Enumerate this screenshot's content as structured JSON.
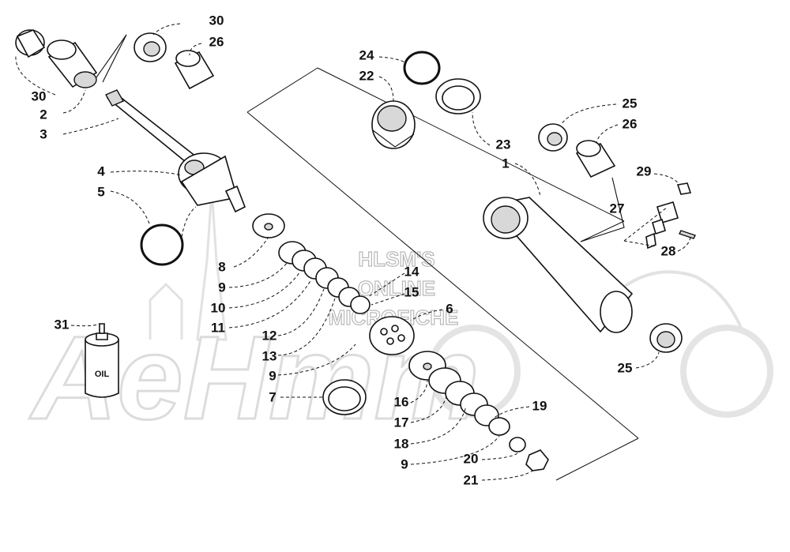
{
  "watermark": {
    "lines": [
      "HLSM'S",
      "ONLINE",
      "MICROFICHE"
    ],
    "logo": "AeHmm"
  },
  "oil_label": "OIL",
  "callouts": [
    {
      "id": "30a",
      "text": "30"
    },
    {
      "id": "26a",
      "text": "26"
    },
    {
      "id": "30b",
      "text": "30"
    },
    {
      "id": "2",
      "text": "2"
    },
    {
      "id": "3",
      "text": "3"
    },
    {
      "id": "4",
      "text": "4"
    },
    {
      "id": "5",
      "text": "5"
    },
    {
      "id": "24",
      "text": "24"
    },
    {
      "id": "22",
      "text": "22"
    },
    {
      "id": "23",
      "text": "23"
    },
    {
      "id": "1",
      "text": "1"
    },
    {
      "id": "25a",
      "text": "25"
    },
    {
      "id": "26b",
      "text": "26"
    },
    {
      "id": "29",
      "text": "29"
    },
    {
      "id": "27",
      "text": "27"
    },
    {
      "id": "28",
      "text": "28"
    },
    {
      "id": "8",
      "text": "8"
    },
    {
      "id": "9a",
      "text": "9"
    },
    {
      "id": "10",
      "text": "10"
    },
    {
      "id": "11",
      "text": "11"
    },
    {
      "id": "14",
      "text": "14"
    },
    {
      "id": "15",
      "text": "15"
    },
    {
      "id": "6",
      "text": "6"
    },
    {
      "id": "12",
      "text": "12"
    },
    {
      "id": "13",
      "text": "13"
    },
    {
      "id": "9b",
      "text": "9"
    },
    {
      "id": "7",
      "text": "7"
    },
    {
      "id": "31",
      "text": "31"
    },
    {
      "id": "25b",
      "text": "25"
    },
    {
      "id": "16",
      "text": "16"
    },
    {
      "id": "17",
      "text": "17"
    },
    {
      "id": "19",
      "text": "19"
    },
    {
      "id": "18",
      "text": "18"
    },
    {
      "id": "9c",
      "text": "9"
    },
    {
      "id": "20",
      "text": "20"
    },
    {
      "id": "21",
      "text": "21"
    }
  ]
}
